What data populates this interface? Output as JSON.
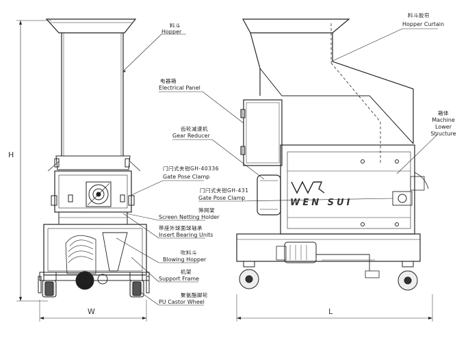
{
  "labels": {
    "hopper": {
      "cn": "料斗",
      "en": "Hopper"
    },
    "hopper_curtain": {
      "cn": "料斗胶帘",
      "en": "Hopper Curtain"
    },
    "electrical_panel": {
      "cn": "电器箱",
      "en": "Electrical Panel"
    },
    "machine_lower_structure": {
      "cn": "箱体",
      "en1": "Machine",
      "en2": "Lower",
      "en3": "Structure"
    },
    "gear_reducer": {
      "cn": "齿轮减速机",
      "en": "Gear Reducer"
    },
    "gate_pose_clamp_left": {
      "cn": "门闩式夹钳GH-40336",
      "en": "Gate Pose Clamp"
    },
    "gate_pose_clamp_right": {
      "cn": "门闩式夹钳GH-431",
      "en": "Gate Pose Clamp"
    },
    "screen_netting_holder": {
      "cn": "筛网架",
      "en": "Screen Netting Holder"
    },
    "insert_bearing_units": {
      "cn": "带座外球面球轴承",
      "en": "Insert Bearing Units"
    },
    "blowing_hopper": {
      "cn": "吹料斗",
      "en": "Blowing Hopper"
    },
    "support_frame": {
      "cn": "机架",
      "en": "Support Frame"
    },
    "pu_castor_wheel": {
      "cn": "聚氨酯脚轮",
      "en": "PU Castor Wheel"
    }
  },
  "dimensions": {
    "height": "H",
    "width": "W",
    "length": "L"
  },
  "brand": "WEN SUI"
}
